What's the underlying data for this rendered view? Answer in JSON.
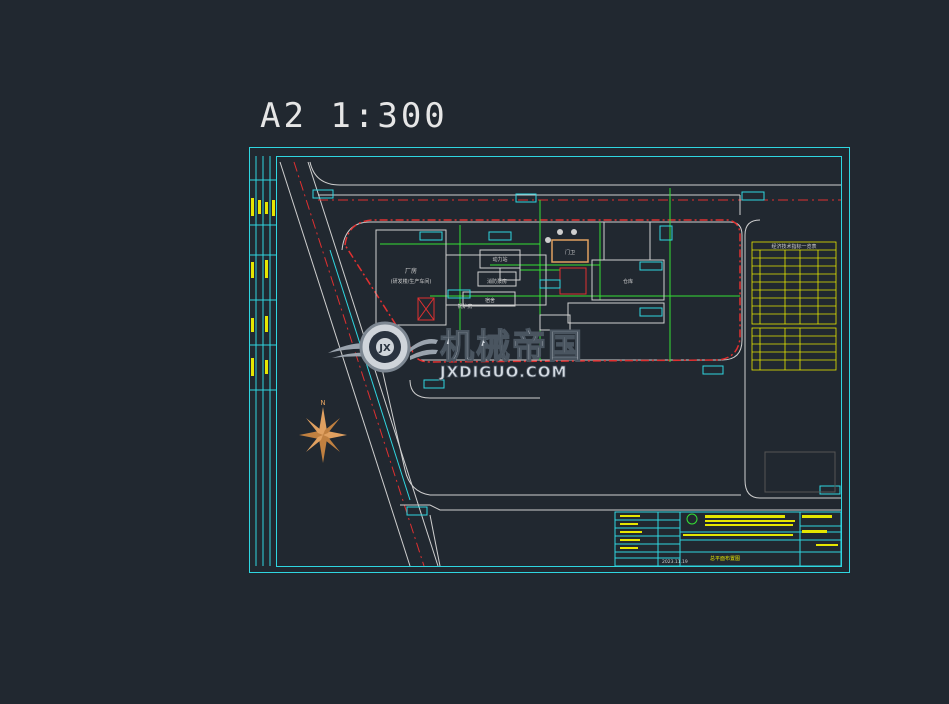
{
  "sheet": {
    "label": "A2  1:300"
  },
  "colors": {
    "background": "#212830",
    "border": "#2fd6e0",
    "lines": "#cfcfcf",
    "green": "#35e035",
    "red": "#e03030",
    "yellow": "#e6e600",
    "orange": "#e0a060"
  },
  "watermark": {
    "cn_text": "机械帝国",
    "en_text": "JXDIGUO.COM"
  },
  "buildings": {
    "main_building": "厂房",
    "main_building_note": "(研发楼/生产车间)",
    "boiler_room": "锅炉房",
    "dormitory": "宿舍",
    "utility_a": "动力站",
    "utility_b": "消防泵房",
    "guard_room": "门卫",
    "warehouse": "仓库"
  },
  "legend": {
    "title": "经济技术指标一览表"
  },
  "title_block": {
    "drawing_title": "总平面布置图",
    "date": "2023.11.19"
  },
  "icons": [
    "compass-icon",
    "gear-icon",
    "wings-icon"
  ]
}
